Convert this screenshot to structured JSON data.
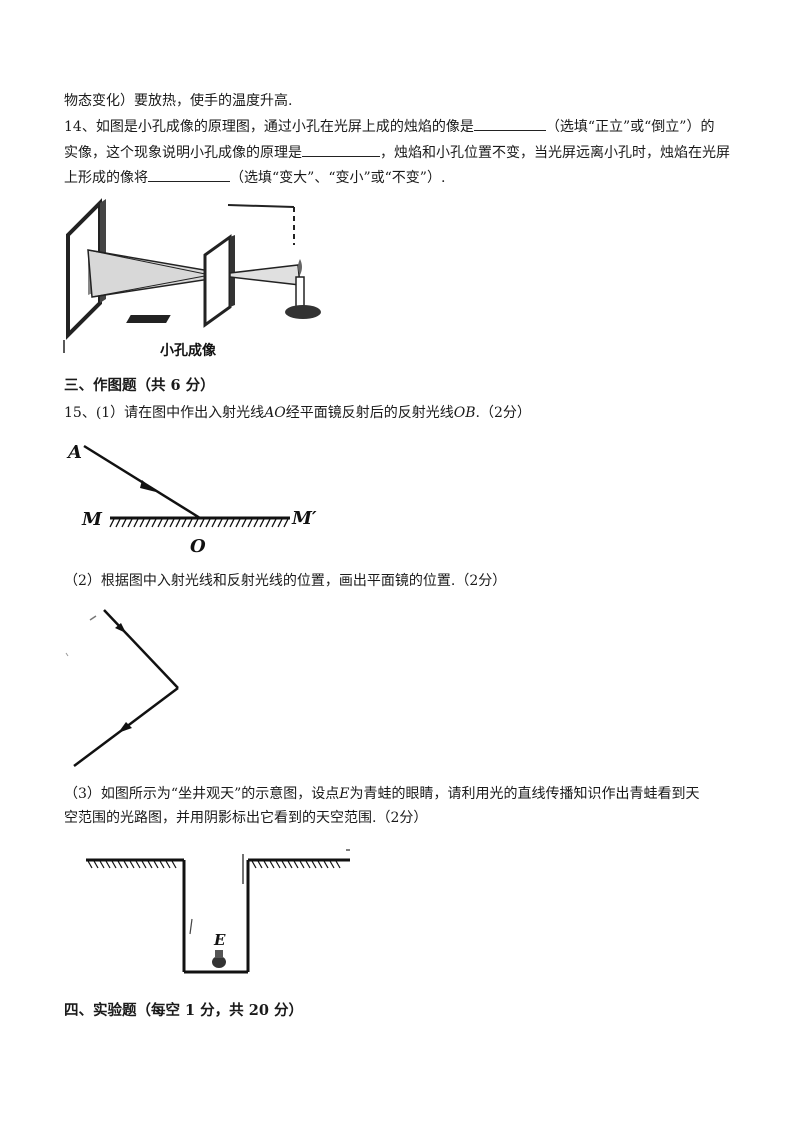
{
  "q13_tail": "物态变化）要放热，使手的温度升高.",
  "q14": {
    "line1_a": "14、如图是小孔成像的原理图，通过小孔在光屏上成的烛焰的像是",
    "line1_b": "（选填“正立”或“倒立”）的",
    "line2_a": "实像，这个现象说明小孔成像的原理是",
    "line2_b": "，烛焰和小孔位置不变，当光屏远离小孔时，烛焰在光屏",
    "line3_a": "上形成的像将",
    "line3_b": "（选填“变大”、“变小”或“不变”）.",
    "figure_caption": "小孔成像"
  },
  "section3": {
    "heading": "三、作图题（共 6 分）"
  },
  "q15_1": {
    "prefix": "15、(1）请在图中作出入射光线",
    "var1": "AO",
    "middle": "经平面镜反射后的反射光线",
    "var2": "OB",
    "suffix": ".（2分）",
    "label_A": "A",
    "label_M": "M",
    "label_M2": "M′",
    "label_O": "O"
  },
  "q15_2": {
    "text": "（2）根据图中入射光线和反射光线的位置，画出平面镜的位置.（2分）"
  },
  "q15_3": {
    "line1_a": "（3）如图所示为“坐井观天”的示意图，设点",
    "var_E": "E",
    "line1_b": "为青蛙的眼睛，请利用光的直线传播知识作出青蛙看到天",
    "line2": "空范围的光路图，并用阴影标出它看到的天空范围.（2分）",
    "label_E": "E"
  },
  "section4": {
    "heading": "四、实验题（每空 1 分，共 20 分）"
  }
}
